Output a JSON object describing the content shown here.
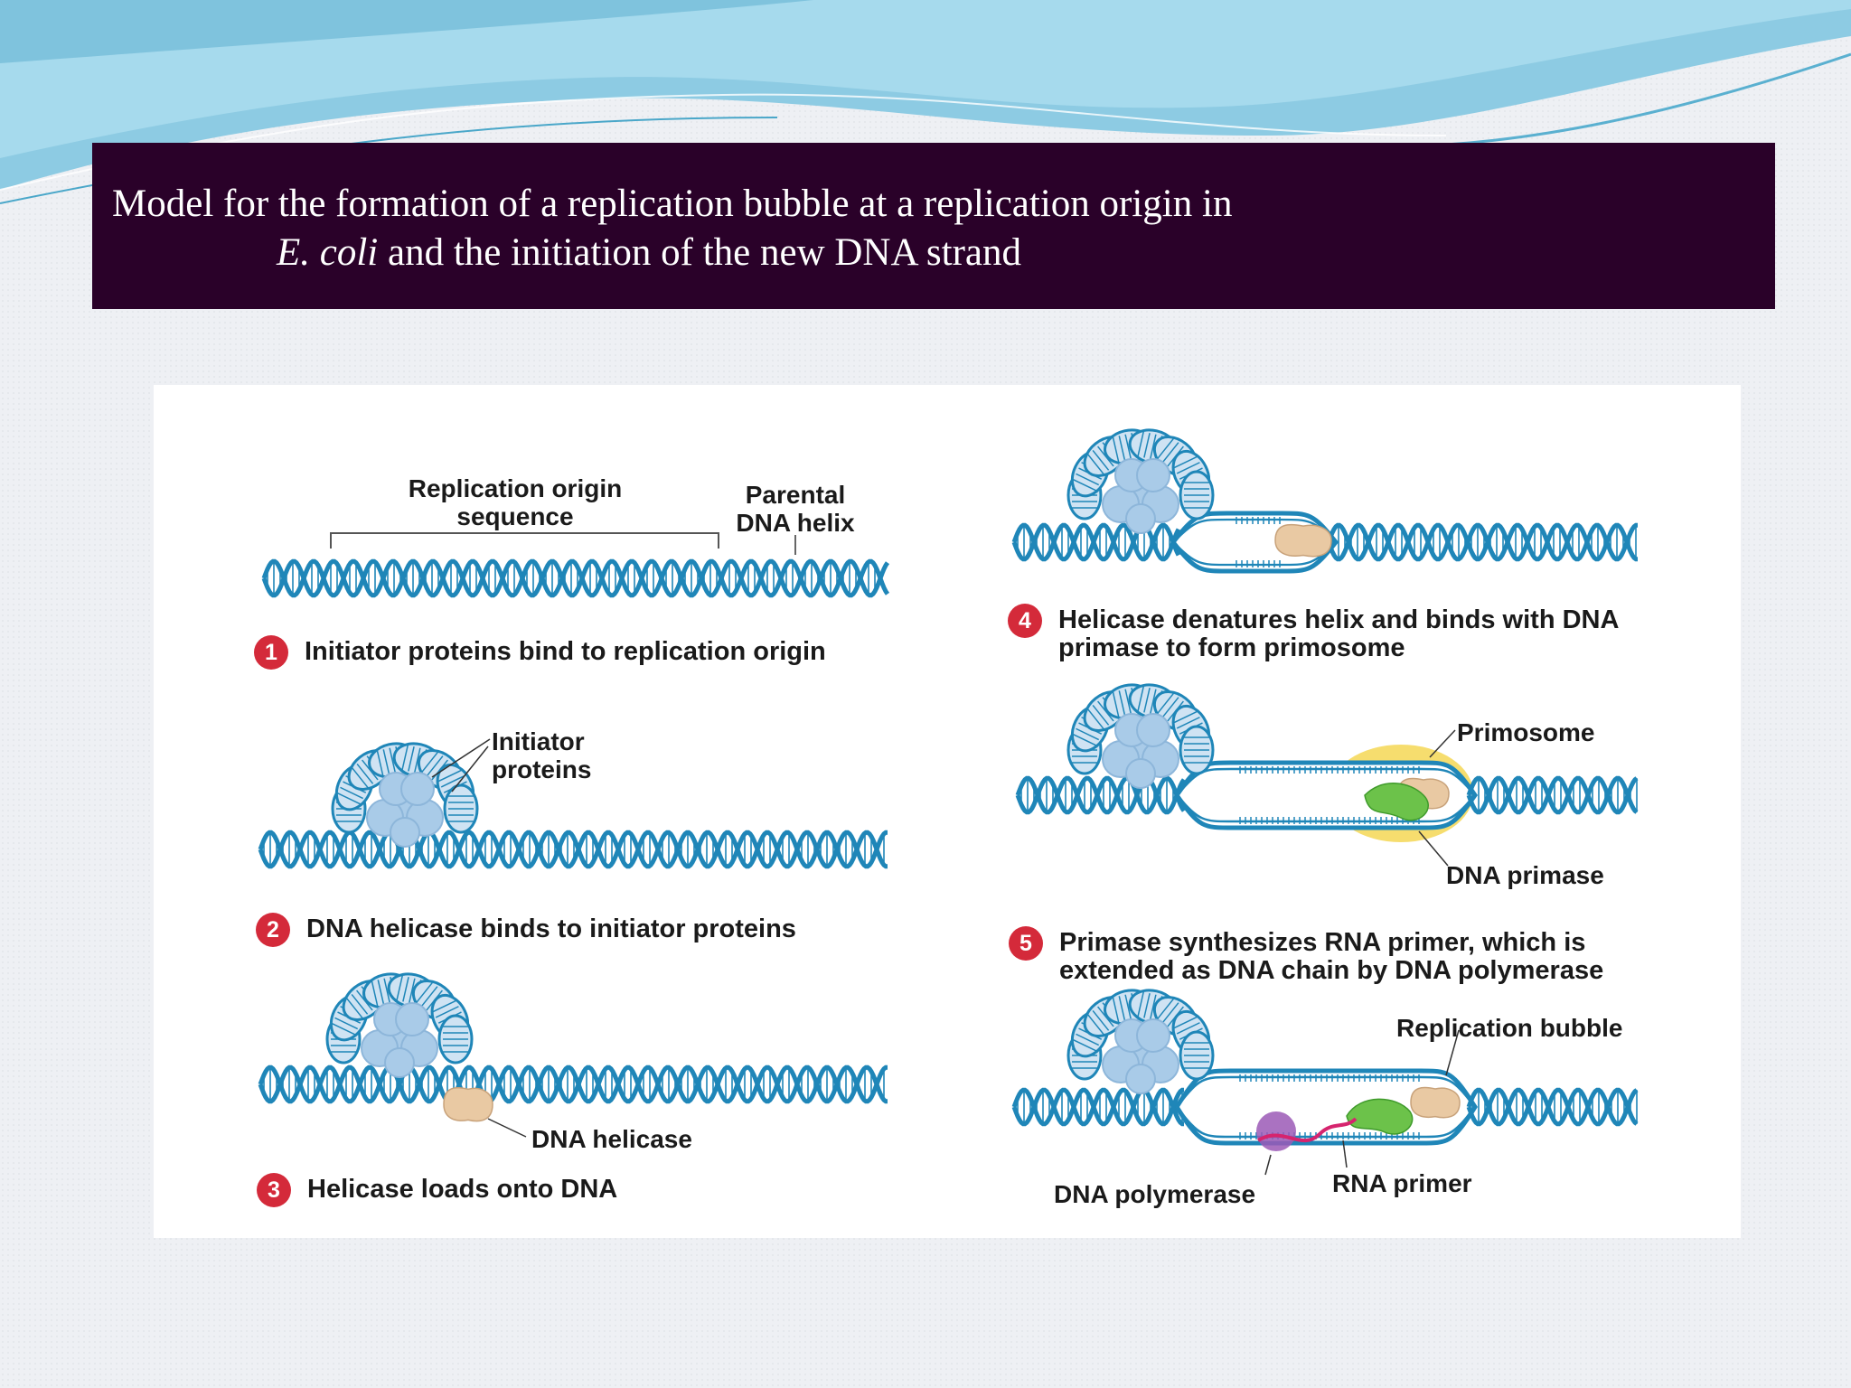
{
  "slide": {
    "title_line1": "Model for the formation of a replication bubble at a replication origin in",
    "title_line2_italic": "E. coli",
    "title_line2_rest": " and the initiation of the new DNA strand"
  },
  "labels": {
    "replication_origin": "Replication origin\nsequence",
    "parental_dna_helix": "Parental\nDNA helix",
    "initiator_proteins": "Initiator\nproteins",
    "dna_helicase": "DNA helicase",
    "primosome": "Primosome",
    "dna_primase": "DNA primase",
    "replication_bubble": "Replication bubble",
    "dna_polymerase": "DNA polymerase",
    "rna_primer": "RNA primer"
  },
  "steps": [
    {
      "number": "1",
      "text": "Initiator proteins bind to replication origin"
    },
    {
      "number": "2",
      "text": "DNA helicase binds to initiator proteins"
    },
    {
      "number": "3",
      "text": "Helicase loads onto DNA"
    },
    {
      "number": "4",
      "text": "Helicase denatures helix and binds with DNA\nprimase to form primosome"
    },
    {
      "number": "5",
      "text": "Primase synthesizes RNA primer, which is\nextended as DNA chain by DNA polymerase"
    }
  ],
  "colors": {
    "title_bg": "#2a0129",
    "badge": "#d42a3a",
    "dna": "#1f86b8",
    "protein": "#a9cbe8",
    "helicase": "#e9c9a3",
    "primase": "#6cc24a",
    "primosome_glow": "#f3d23e",
    "polymerase": "#9b59b6",
    "rna_primer": "#d6246e"
  }
}
